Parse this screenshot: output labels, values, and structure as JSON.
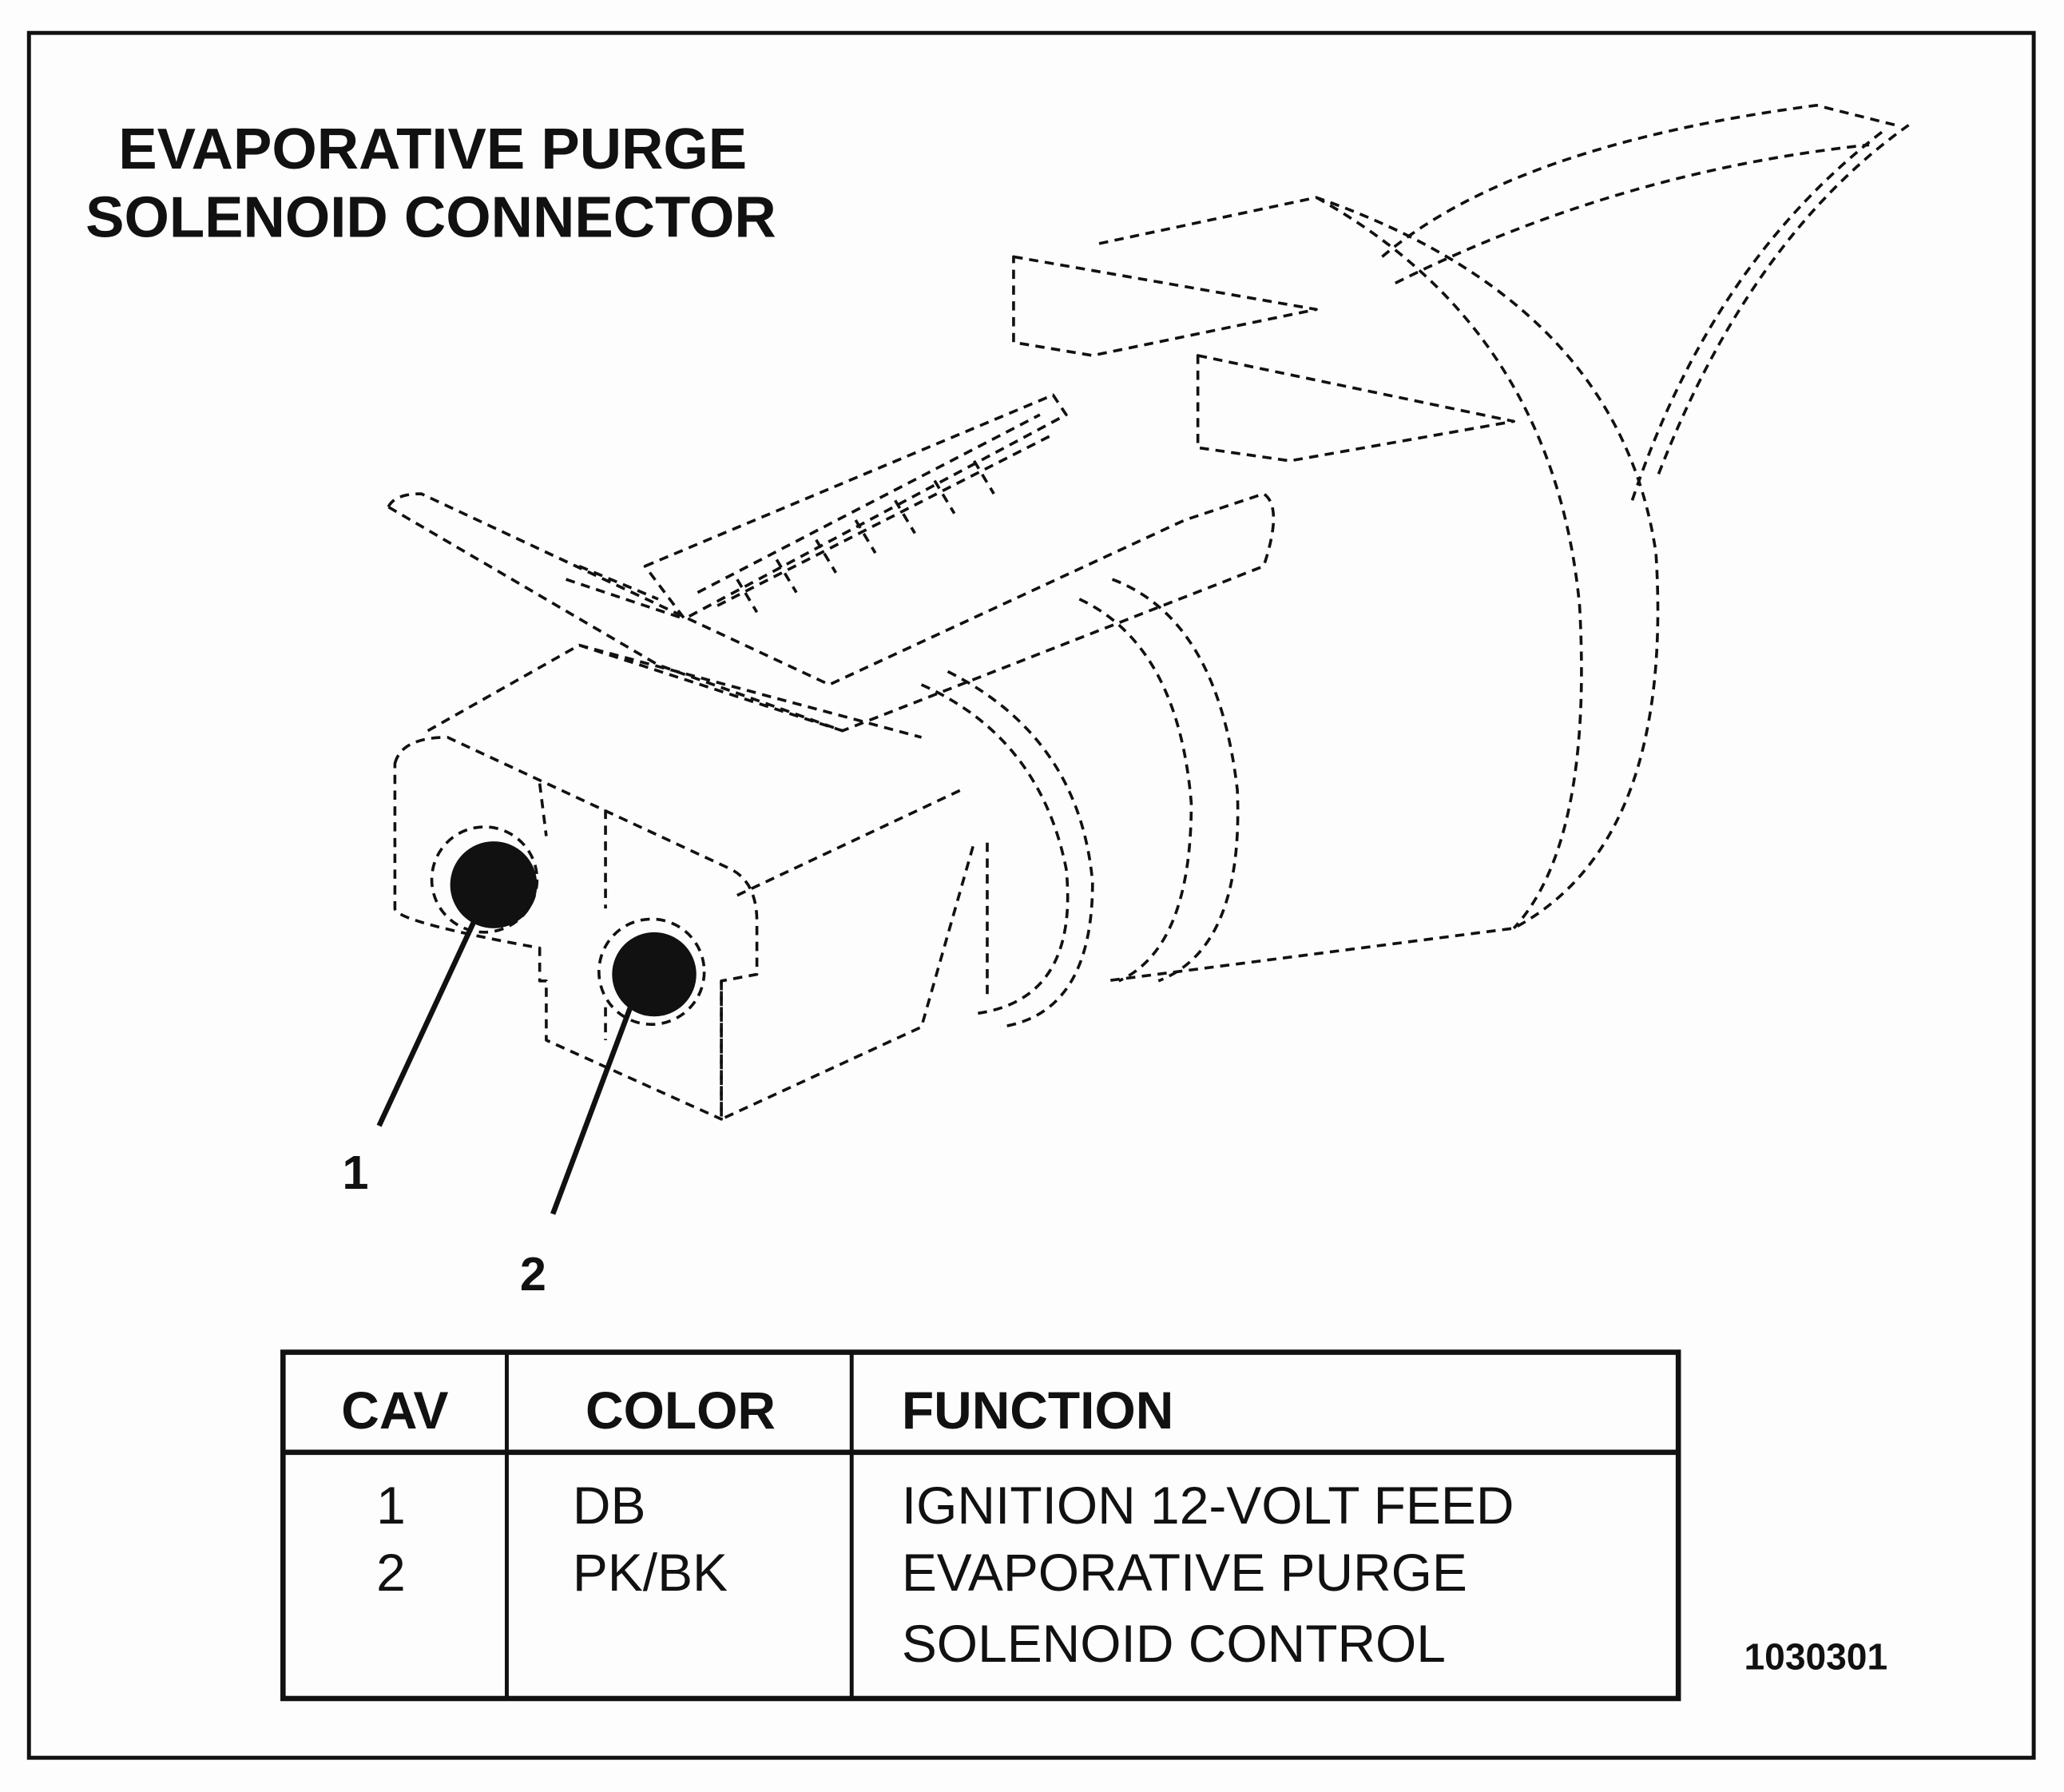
{
  "title": {
    "line1": "EVAPORATIVE PURGE",
    "line2": "SOLENOID CONNECTOR"
  },
  "callouts": [
    "1",
    "2"
  ],
  "table": {
    "headers": [
      "CAV",
      "COLOR",
      "FUNCTION"
    ],
    "rows": [
      {
        "cav": "1",
        "color": "DB",
        "function": [
          "IGNITION 12-VOLT FEED"
        ]
      },
      {
        "cav": "2",
        "color": "PK/BK",
        "function": [
          "EVAPORATIVE PURGE",
          "SOLENOID CONTROL"
        ]
      }
    ]
  },
  "figure_code": "1030301"
}
